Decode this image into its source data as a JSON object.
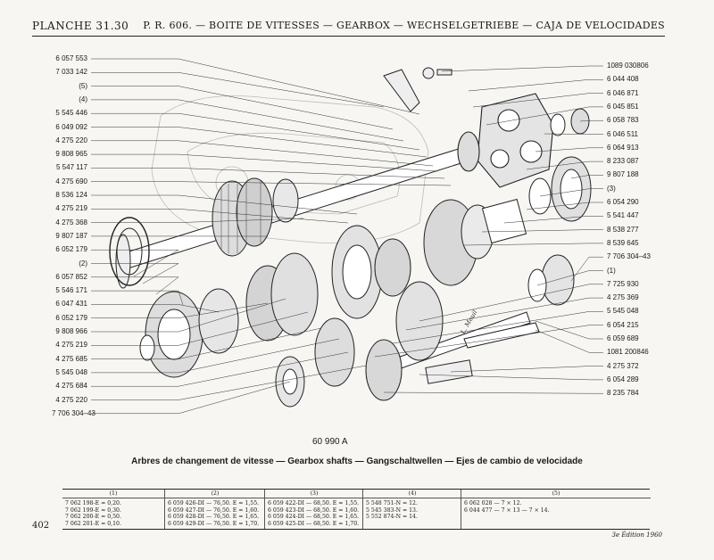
{
  "header": {
    "plate": "PLANCHE 31.30",
    "title": "P. R. 606. — BOITE DE VITESSES — GEARBOX — WECHSELGETRIEBE — CAJA DE VELOCIDADES"
  },
  "left_labels": [
    "6 057 553",
    "7 033 142",
    "(5)",
    "(4)",
    "5 545 446",
    "6 049 092",
    "4 275 220",
    "9 808 965",
    "5 547 117",
    "4 275 690",
    "8 536 124",
    "4 275 219",
    "4 275 368",
    "9 807 187",
    "6 052 179",
    "(2)",
    "6 057 852",
    "5 546 171",
    "6 047 431",
    "6 052 179",
    "9 808 966",
    "4 275 219",
    "4 275 685",
    "5 545 048",
    "4 275 684",
    "4 275 220",
    "7 706 304–43"
  ],
  "right_labels": [
    "1089 030806",
    "6 044 408",
    "6 046 871",
    "6 045 851",
    "6 058 783",
    "6 046 511",
    "6 064 913",
    "8 233 087",
    "9 807 188",
    "(3)",
    "6 054 290",
    "5 541 447",
    "8 538 277",
    "8 539 645",
    "7 706 304–43",
    "(1)",
    "7 725 930",
    "4 275 369",
    "5 545 048",
    "6 054 215",
    "6 059 689",
    "1081 200846",
    "4 275 372",
    "6 054 289",
    "8 235 784"
  ],
  "figure_number": "60 990 A",
  "drawing_signature": "L. Mouil",
  "caption": "Arbres de changement de vitesse — Gearbox shafts — Gangschaltwellen — Ejes de cambio de velocidade",
  "table": {
    "headers": [
      "(1)",
      "(2)",
      "(3)",
      "(4)",
      "(5)"
    ],
    "columns": [
      [
        "7 062 198-E = 0,20.",
        "7 062 199-E = 0,30.",
        "7 062 200-E = 0,50.",
        "7 062 201-E = 0,10."
      ],
      [
        "6 059 426-DI — 76,50. E = 1,55.",
        "6 059 427-DI — 76,50. E = 1,60.",
        "6 059 428-DI — 76,50. E = 1,65.",
        "6 059 429-DI — 76,50. E = 1,70."
      ],
      [
        "6 059 422-DI — 68,50. E = 1,55.",
        "6 059 423-DI — 68,50. E = 1,60.",
        "6 059 424-DI — 68,50. E = 1,65.",
        "6 059 425-DI — 68,50. E = 1,70."
      ],
      [
        "5 548 751-N = 12.",
        "5 545 383-N = 13.",
        "5 552 874-N = 14."
      ],
      [
        "6 062 028 — 7 × 12.",
        "6 044 477 — 7 × 13 — 7 × 14."
      ]
    ]
  },
  "page_number": "402",
  "edition": "3e Édition 1960"
}
